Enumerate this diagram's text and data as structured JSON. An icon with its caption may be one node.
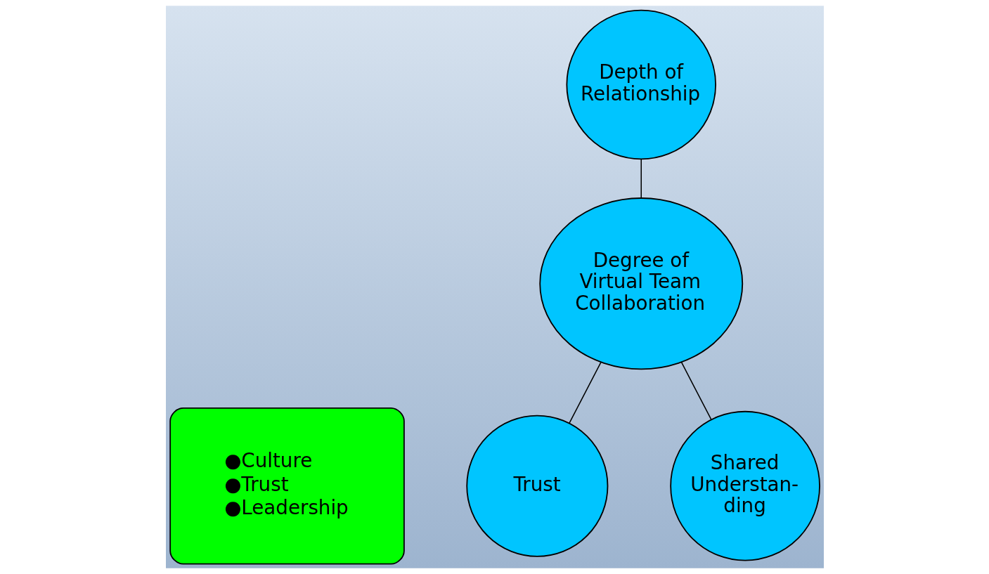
{
  "diagram": {
    "nodes": [
      {
        "text": [
          "Depth of Relationship"
        ]
      },
      {
        "text": [
          "Degree of Virtual Team Collaboration"
        ]
      },
      {
        "text": [
          "Trust"
        ]
      },
      {
        "text": [
          "Shared Understan- ding"
        ]
      },
      {
        "text": [
          "●Culture",
          "●Trust",
          "●Leadership"
        ]
      }
    ],
    "edges": [
      {
        "from": 0,
        "to": 1,
        "arrow": "none"
      },
      {
        "from": 1,
        "to": 2,
        "arrow": "none"
      },
      {
        "from": 1,
        "to": 3,
        "arrow": "none"
      }
    ]
  }
}
